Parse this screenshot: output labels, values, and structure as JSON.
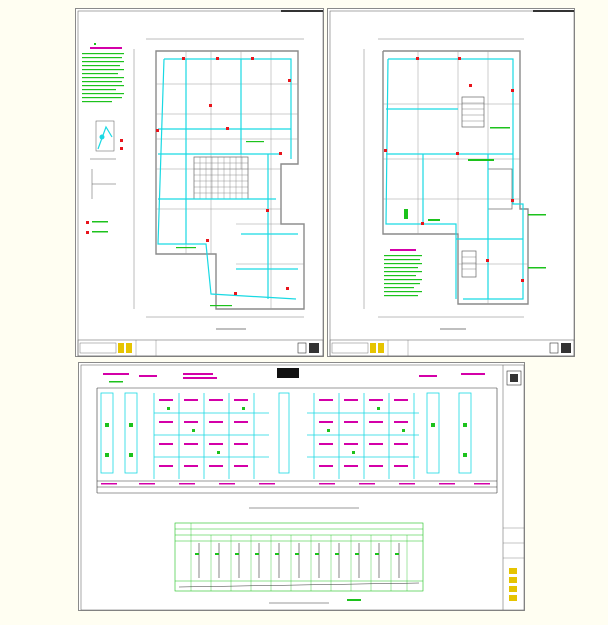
{
  "title": "",
  "colors": {
    "background": "#fffef2",
    "paper": "#ffffff",
    "pipe_cyan": "#19d9e3",
    "wall_gray": "#8a8a8a",
    "label_magenta": "#d400a8",
    "note_green": "#1cc21c",
    "device_red": "#e8141c",
    "titleblock_yellow": "#e6c400",
    "frame": "#6e6e6e"
  },
  "sheets": [
    {
      "id": "plan-left",
      "kind": "floor plan",
      "text": ""
    },
    {
      "id": "plan-right",
      "kind": "floor plan",
      "text": ""
    },
    {
      "id": "system-diagram",
      "kind": "riser diagram and schedule",
      "text": ""
    }
  ]
}
